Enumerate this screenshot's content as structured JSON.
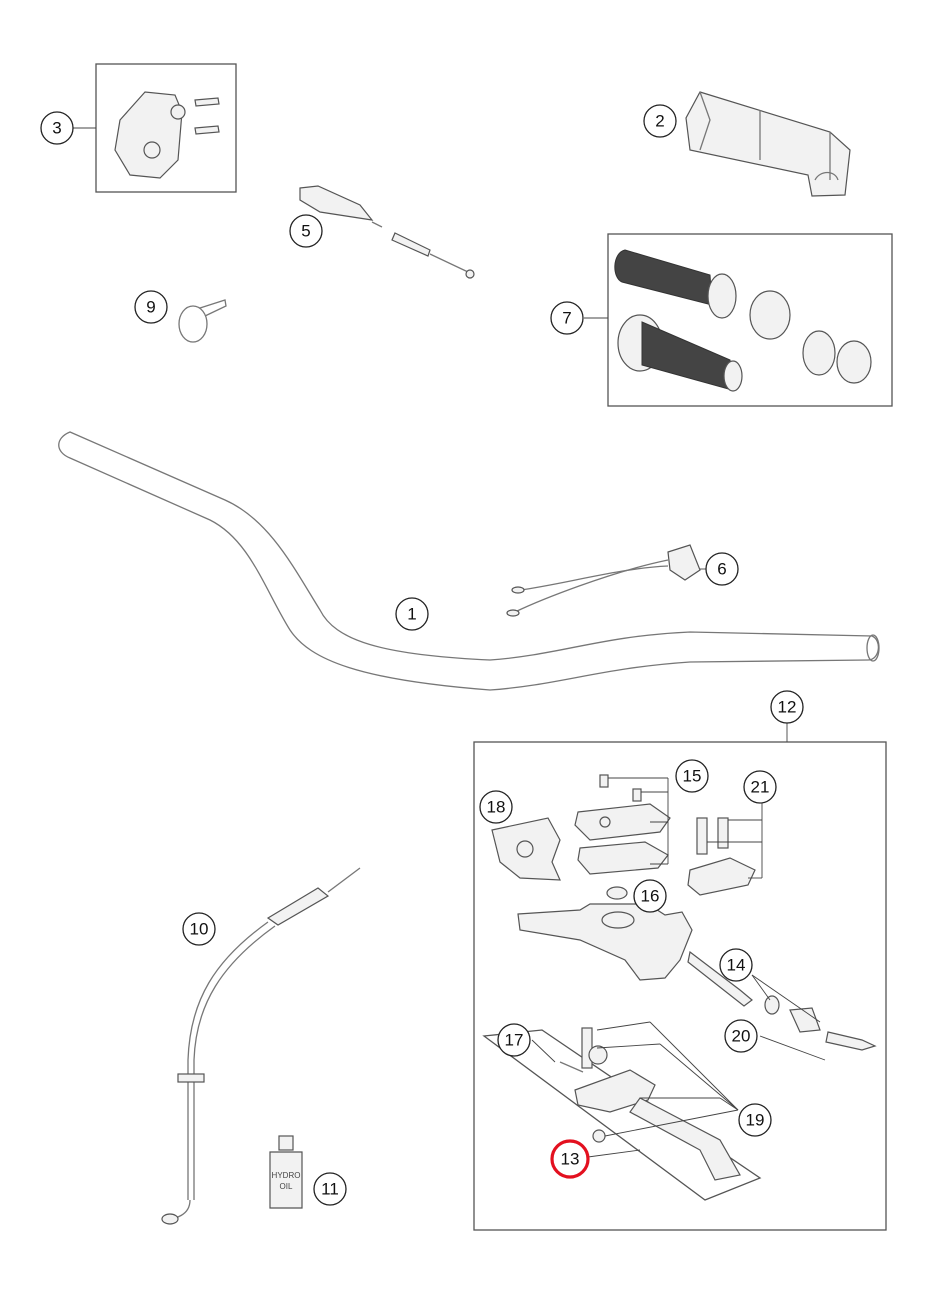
{
  "callouts": [
    {
      "id": "1",
      "label": "1"
    },
    {
      "id": "2",
      "label": "2"
    },
    {
      "id": "3",
      "label": "3"
    },
    {
      "id": "5",
      "label": "5"
    },
    {
      "id": "6",
      "label": "6"
    },
    {
      "id": "7",
      "label": "7"
    },
    {
      "id": "9",
      "label": "9"
    },
    {
      "id": "10",
      "label": "10"
    },
    {
      "id": "11",
      "label": "11"
    },
    {
      "id": "12",
      "label": "12"
    },
    {
      "id": "13",
      "label": "13",
      "highlighted": true
    },
    {
      "id": "14",
      "label": "14"
    },
    {
      "id": "15",
      "label": "15"
    },
    {
      "id": "16",
      "label": "16"
    },
    {
      "id": "17",
      "label": "17"
    },
    {
      "id": "18",
      "label": "18"
    },
    {
      "id": "19",
      "label": "19"
    },
    {
      "id": "20",
      "label": "20"
    },
    {
      "id": "21",
      "label": "21"
    }
  ],
  "bottle": {
    "line1": "HYDRO",
    "line2": "OIL"
  },
  "colors": {
    "highlight": "#e3101f",
    "line": "#555555",
    "grip": "#3d3d3d"
  }
}
